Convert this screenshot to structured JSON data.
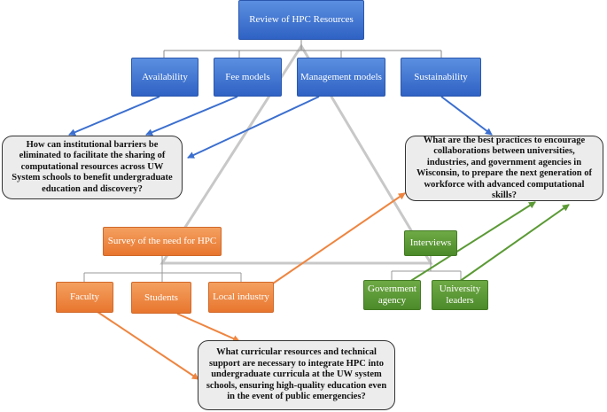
{
  "nodes": {
    "review": "Review of HPC Resources",
    "availability": "Availability",
    "fee_models": "Fee models",
    "management_models": "Management models",
    "sustainability": "Sustainability",
    "survey": "Survey of the need for HPC",
    "faculty": "Faculty",
    "students": "Students",
    "local_industry": "Local industry",
    "interviews": "Interviews",
    "government_agency": "Government agency",
    "university_leaders": "University leaders"
  },
  "questions": {
    "q1": "How can institutional barriers be eliminated to facilitate the sharing of computational resources across UW System schools to benefit undergraduate education and discovery?",
    "q2": "What are the best practices to encourage collaborations between universities, industries, and government agencies in Wisconsin, to prepare the next generation of workforce with advanced computational skills?",
    "q3": "What curricular resources and technical support are necessary to integrate HPC into undergraduate curricula at the UW system schools, ensuring high-quality education even in the event of public emergencies?"
  },
  "colors": {
    "blue": "#3b6fcf",
    "orange": "#ee8540",
    "green": "#5b9a35",
    "triangle": "#c8c8c8"
  }
}
